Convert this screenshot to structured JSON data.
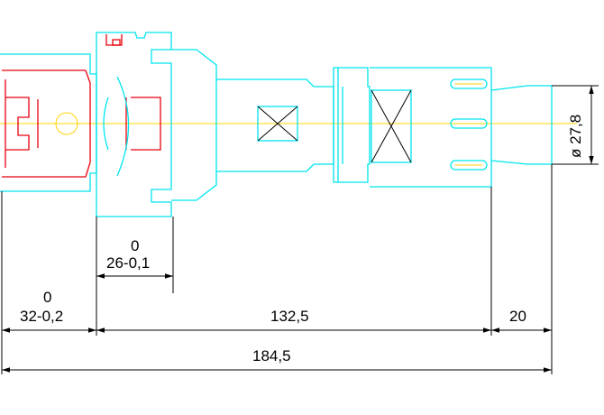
{
  "drawing": {
    "colors": {
      "outline": "#00e5ee",
      "hidden_parts": "#e8000d",
      "centerline": "#ffd400",
      "dimensions": "#000000"
    },
    "dimensions": {
      "flange_width_top": "0",
      "flange_width": "26-0,1",
      "taper_length_top": "0",
      "taper_length": "32-0,2",
      "body_length": "132,5",
      "shank_length": "20",
      "total_length": "184,5",
      "shank_diameter": "ø 27,8"
    }
  }
}
